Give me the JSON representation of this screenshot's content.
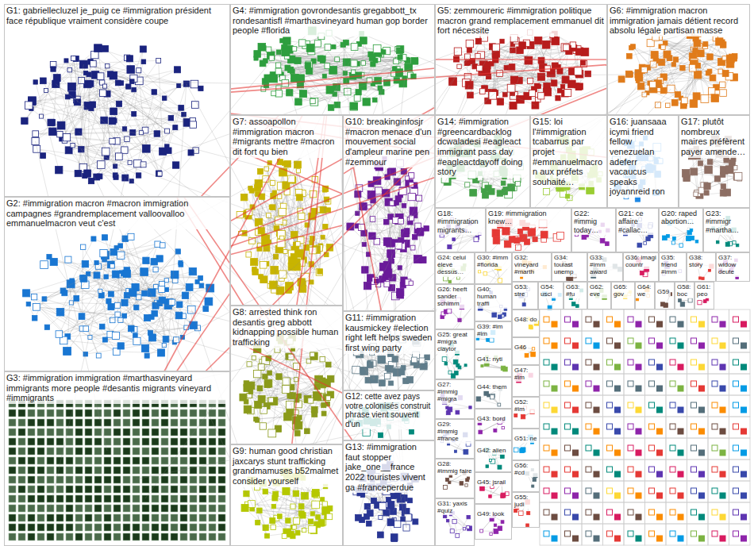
{
  "diagram": {
    "nodes": [
      {
        "text": [
          "G1: gabriellecluzel je_puig ce #immigration président face république vraiment considère coupe"
        ]
      },
      {
        "text": [
          "G4: #immigration govrondesantis gregabbott_tx rondesantisfl #marthasvineyard human gop border people #florida"
        ]
      },
      {
        "text": [
          "G5: zemmoureric #immigration politique macron grand remplacement emmanuel dit fort nécessite"
        ]
      },
      {
        "text": [
          "G6: #immigration macron immigration jamais détient record absolu légale partisan masse"
        ]
      },
      {
        "text": [
          "G7: assoapollon #immigration macron #migrants mettre #macron dit fort qu bien"
        ]
      },
      {
        "text": [
          "G10: breakinginfosjr #macron menace d'un mouvement social d'ampleur marine pen #zemmour"
        ]
      },
      {
        "text": [
          "G14: #immigration #greencardbacklog dcwaladesi #eagleact immigrant pass day #eagleactdayoff doing story"
        ]
      },
      {
        "text": [
          "G15: loi l'#immigration tcabarrus par projet #emmanuelmacron aux préfets souhaité…"
        ]
      },
      {
        "text": [
          "G16: juansaaa icymi friend fellow venezuelan adeferr vacaucus speaks joyannreid ron"
        ]
      },
      {
        "text": [
          "G17: plutôt nombreux maires préfèrent payer amende…"
        ]
      },
      {
        "text": [
          "G2: #immigration macron #macron immigration campagnes #grandremplacement valloovalloo emmanuelmacron veut c'est"
        ]
      },
      {
        "text": [
          "G18: #immigration migrants…"
        ]
      },
      {
        "text": [
          "G19: #immigration knew…"
        ]
      },
      {
        "text": [
          "G22: #immig today…"
        ]
      },
      {
        "text": [
          "G21: ce affaire #callac…"
        ]
      },
      {
        "text": [
          "G20: raped abortion…"
        ]
      },
      {
        "text": [
          "G23: #immigr #martha…"
        ]
      },
      {
        "text": [
          "G24: celui élevé dessus…"
        ]
      },
      {
        "text": [
          "G30: #imm #florida"
        ]
      },
      {
        "text": [
          "G32: vineyard #marth"
        ]
      },
      {
        "text": [
          "G34: toulast unemp"
        ]
      },
      {
        "text": [
          "G33: #imm award"
        ]
      },
      {
        "text": [
          "G36: imagi countr"
        ]
      },
      {
        "text": [
          "G35: friend #imm"
        ]
      },
      {
        "text": [
          "G38: story"
        ]
      },
      {
        "text": [
          "G37: widow deute"
        ]
      },
      {
        "text": [
          "G53: stre"
        ]
      },
      {
        "text": [
          "G54: usci"
        ]
      },
      {
        "text": [
          "G63: #fu"
        ]
      },
      {
        "text": [
          "G62: eve"
        ]
      },
      {
        "text": [
          "G65: gov"
        ]
      },
      {
        "text": [
          "G64: we"
        ]
      },
      {
        "text": [
          "G59"
        ]
      },
      {
        "text": [
          "G58: boc"
        ]
      },
      {
        "text": [
          "G61: peo"
        ]
      },
      {
        "text": [
          "G8: arrested think ron desantis greg abbott kidnapping possible human trafficking"
        ]
      },
      {
        "text": [
          "G11: #immigration kausmickey #election right left helps sweden first wing party"
        ]
      },
      {
        "text": [
          "G26: heeft sander schimm"
        ]
      },
      {
        "text": [
          "G40: human traffi"
        ]
      },
      {
        "text": [
          "G39: #im #im"
        ]
      },
      {
        "text": [
          "G25: great #migra claytor"
        ]
      },
      {
        "text": [
          "G41: nyti"
        ]
      },
      {
        "text": [
          "G48: do"
        ]
      },
      {
        "text": [
          "G46"
        ]
      },
      {
        "text": [
          "G12: cette avez pays votre colonisés construit phrase vient souvent d'un"
        ]
      },
      {
        "text": [
          "G44: them"
        ]
      },
      {
        "text": [
          "G47: #im"
        ]
      },
      {
        "text": [
          "G27: #immig #migra"
        ]
      },
      {
        "text": [
          "G52: #im"
        ]
      },
      {
        "text": [
          "G43: bord"
        ]
      },
      {
        "text": [
          "G29: #immig #france"
        ]
      },
      {
        "text": [
          "G51: ne"
        ]
      },
      {
        "text": [
          "G42: alien"
        ]
      },
      {
        "text": [
          "G9: human good christian jaxcarys stunt trafficking grandmamuses b52malmet consider yourself"
        ]
      },
      {
        "text": [
          "G13: #immigration faut stopper jake_one__france 2022 touristes vivent ga #franceperdue"
        ]
      },
      {
        "text": [
          "G3: #immigration immigration #marthasvineyard immigrants more people #desantis migrants vineyard #immigrants"
        ]
      },
      {
        "text": [
          "G28: #immig faire"
        ]
      },
      {
        "text": [
          "G56: #cd"
        ]
      },
      {
        "text": [
          "G45: jsrail"
        ]
      },
      {
        "text": [
          "G31: yaxis #quiz"
        ]
      },
      {
        "text": [
          "G55: judi"
        ]
      },
      {
        "text": [
          "G49: look"
        ]
      }
    ],
    "edges": [
      {
        "from": 0,
        "to": 2,
        "arrow": "none"
      },
      {
        "from": 0,
        "to": 3,
        "arrow": "none"
      },
      {
        "from": 10,
        "to": 2,
        "arrow": "none"
      },
      {
        "from": 10,
        "to": 3,
        "arrow": "none"
      },
      {
        "from": 10,
        "to": 5,
        "arrow": "none"
      },
      {
        "from": 0,
        "to": 5,
        "arrow": "none"
      },
      {
        "from": 55,
        "to": 1,
        "arrow": "none"
      },
      {
        "from": 35,
        "to": 1,
        "arrow": "none"
      },
      {
        "from": 53,
        "to": 1,
        "arrow": "none"
      },
      {
        "from": 10,
        "to": 1,
        "arrow": "none"
      },
      {
        "from": 55,
        "to": 2,
        "arrow": "none"
      },
      {
        "from": 54,
        "to": 0,
        "arrow": "none"
      },
      {
        "from": 44,
        "to": 10,
        "arrow": "none"
      },
      {
        "from": 36,
        "to": 1,
        "arrow": "none"
      },
      {
        "from": 10,
        "to": 6,
        "arrow": "none"
      },
      {
        "from": 0,
        "to": 6,
        "arrow": "none"
      },
      {
        "from": 55,
        "to": 4,
        "arrow": "none"
      },
      {
        "from": 4,
        "to": 2,
        "arrow": "none"
      },
      {
        "from": 0,
        "to": 8,
        "arrow": "none"
      },
      {
        "from": 1,
        "to": 3,
        "arrow": "none"
      },
      {
        "from": 35,
        "to": 0,
        "arrow": "none"
      }
    ]
  }
}
